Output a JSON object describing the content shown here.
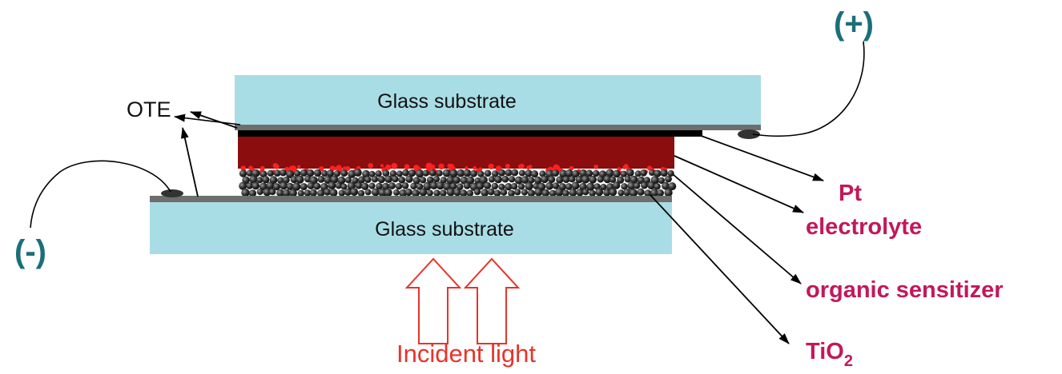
{
  "glass_top": {
    "label": "Glass substrate"
  },
  "glass_bottom": {
    "label": "Glass substrate"
  },
  "terminals": {
    "positive": "(+)",
    "negative": "(-)"
  },
  "ote_label": "OTE",
  "callouts": {
    "pt": "Pt",
    "electrolyte": "electrolyte",
    "sensitizer": "organic sensitizer",
    "tio2_main": "TiO",
    "tio2_sub": "2"
  },
  "incident_light": "Incident light",
  "colors": {
    "glass": "#a9dde5",
    "electrolyte": "#8b0d0d",
    "pt_layer": "#000000",
    "ote_layer": "#6e6e6e",
    "tio2_particles": "#2b2b2b",
    "sensitizer_dots": "#ff2020",
    "callout_text": "#c2185b",
    "terminal_text": "#1b6f7a",
    "incident_text": "#e8332a"
  }
}
